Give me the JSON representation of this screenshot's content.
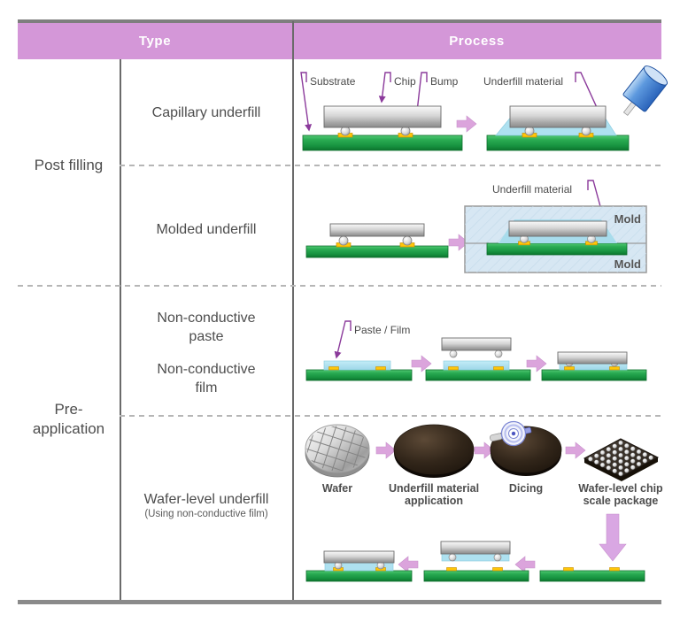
{
  "table": {
    "header": {
      "type": "Type",
      "process": "Process"
    },
    "post_filling": {
      "category": "Post filling",
      "capillary": {
        "type_label": "Capillary underfill",
        "labels": {
          "substrate": "Substrate",
          "chip": "Chip",
          "bump": "Bump",
          "underfill_material": "Underfill material"
        }
      },
      "molded": {
        "type_label": "Molded underfill",
        "labels": {
          "underfill_material": "Underfill material",
          "mold_top": "Mold",
          "mold_bottom": "Mold"
        }
      }
    },
    "pre_application": {
      "category_line1": "Pre-",
      "category_line2": "application",
      "non_conductive": {
        "paste_line1": "Non-conductive",
        "paste_line2": "paste",
        "film_line1": "Non-conductive",
        "film_line2": "film",
        "labels": {
          "paste_film": "Paste / Film"
        }
      },
      "wafer_level": {
        "type_label": "Wafer-level underfill",
        "type_sublabel": "(Using non-conductive film)",
        "captions": {
          "wafer": "Wafer",
          "underfill_app_line1": "Underfill material",
          "underfill_app_line2": "application",
          "dicing": "Dicing",
          "wlcsp_line1": "Wafer-level chip",
          "wlcsp_line2": "scale package"
        }
      }
    }
  },
  "colors": {
    "header_bg": "#d497d8",
    "header_text": "#ffffff",
    "border_gray": "#7e7e7e",
    "divider_gray": "#6a6a6a",
    "dash_gray": "#b6b6b6",
    "text_gray": "#4d4d4d",
    "annotation_purple": "#8b3a9b",
    "arrow_pink": "#dba4dc",
    "substrate_green": "#23a24b",
    "pad_yellow": "#ffc608",
    "underfill_blue": "#aee1f0",
    "mold_fill": "#d7e7f3",
    "dispenser_blue": "#3c76c9",
    "disc_dark": "#32261a"
  }
}
